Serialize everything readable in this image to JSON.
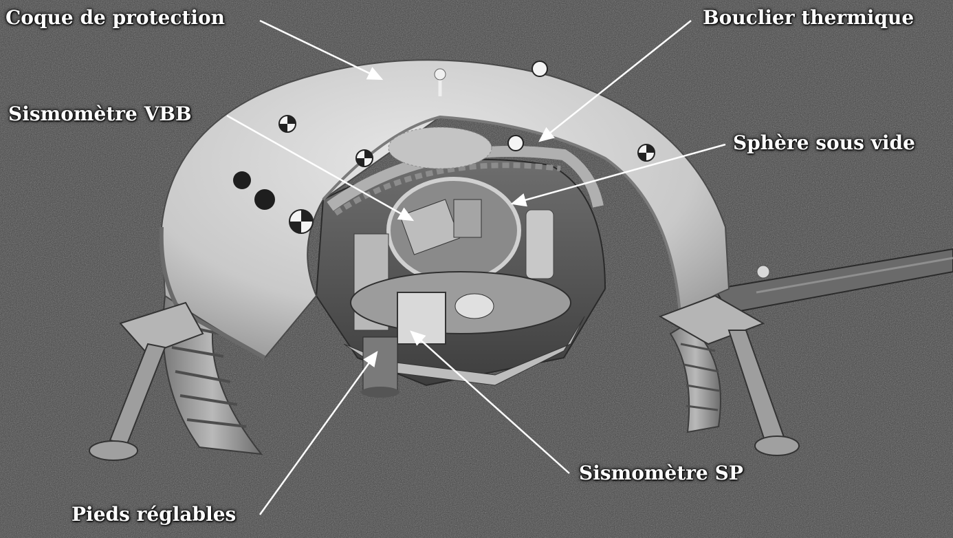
{
  "labels": {
    "coque": "Coque de protection",
    "bouclier": "Bouclier thermique",
    "vbb": "Sismomètre VBB",
    "sphere": "Sphère sous vide",
    "sp": "Sismomètre SP",
    "pieds": "Pieds réglables"
  },
  "colors": {
    "ground": "#3a3a3a",
    "shell": "#d2d2d2",
    "shell_dark": "#9a9a9a",
    "label_text": "#ffffff",
    "leader_line": "#ffffff"
  }
}
